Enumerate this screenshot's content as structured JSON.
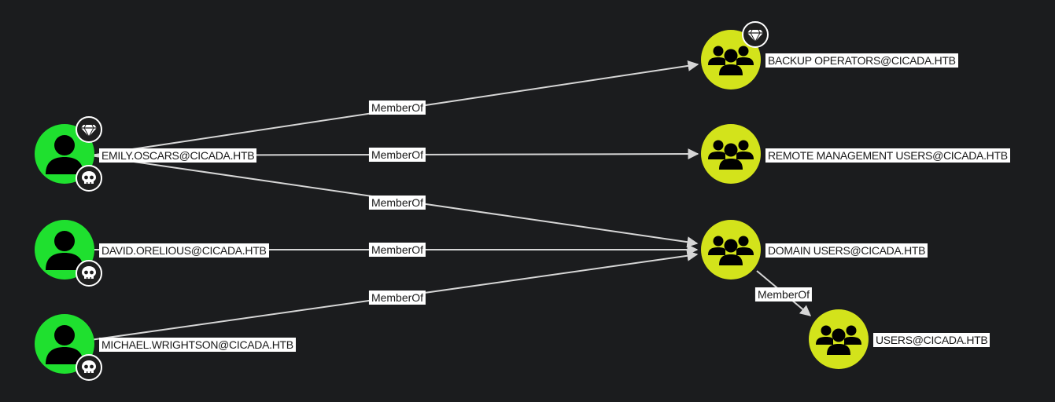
{
  "colors": {
    "background": "#1b1c1e",
    "user_node": "#1fe02f",
    "group_node": "#d3e31b",
    "edge": "#d6d6d6",
    "label_bg": "#ffffff"
  },
  "nodes": {
    "emily": {
      "label": "EMILY.OSCARS@CICADA.HTB",
      "kind": "user",
      "icon": "user-icon",
      "badges": [
        "diamond-icon",
        "skull-icon"
      ]
    },
    "david": {
      "label": "DAVID.ORELIOUS@CICADA.HTB",
      "kind": "user",
      "icon": "user-icon",
      "badges": [
        "skull-icon"
      ]
    },
    "michael": {
      "label": "MICHAEL.WRIGHTSON@CICADA.HTB",
      "kind": "user",
      "icon": "user-icon",
      "badges": [
        "skull-icon"
      ]
    },
    "backup": {
      "label": "BACKUP OPERATORS@CICADA.HTB",
      "kind": "group",
      "icon": "group-icon",
      "badges": [
        "diamond-icon"
      ]
    },
    "remote": {
      "label": "REMOTE MANAGEMENT USERS@CICADA.HTB",
      "kind": "group",
      "icon": "group-icon",
      "badges": []
    },
    "domain": {
      "label": "DOMAIN USERS@CICADA.HTB",
      "kind": "group",
      "icon": "group-icon",
      "badges": []
    },
    "users": {
      "label": "USERS@CICADA.HTB",
      "kind": "group",
      "icon": "group-icon",
      "badges": []
    }
  },
  "edges": {
    "emily_backup": {
      "from": "emily",
      "to": "backup",
      "label": "MemberOf"
    },
    "emily_remote": {
      "from": "emily",
      "to": "remote",
      "label": "MemberOf"
    },
    "emily_domain": {
      "from": "emily",
      "to": "domain",
      "label": "MemberOf"
    },
    "david_domain": {
      "from": "david",
      "to": "domain",
      "label": "MemberOf"
    },
    "michael_domain": {
      "from": "michael",
      "to": "domain",
      "label": "MemberOf"
    },
    "domain_users": {
      "from": "domain",
      "to": "users",
      "label": "MemberOf"
    }
  }
}
